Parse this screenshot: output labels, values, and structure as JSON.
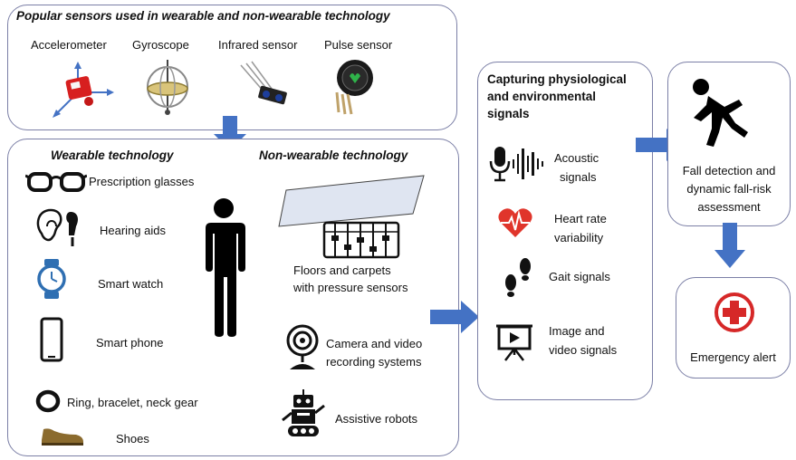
{
  "sensors": {
    "title": "Popular sensors used in wearable and non-wearable technology",
    "items": [
      "Accelerometer",
      "Gyroscope",
      "Infrared sensor",
      "Pulse sensor"
    ]
  },
  "tech": {
    "wearable_title": "Wearable technology",
    "nonwearable_title": "Non-wearable  technology",
    "wearable": [
      "Prescription glasses",
      "Hearing aids",
      "Smart watch",
      "Smart phone",
      "Ring, bracelet, neck gear",
      "Shoes"
    ],
    "nonwearable": {
      "floors": [
        "Floors and carpets",
        "with pressure sensors"
      ],
      "camera": [
        "Camera and video",
        "recording systems"
      ],
      "robots": "Assistive robots"
    }
  },
  "signals": {
    "title": [
      "Capturing physiological",
      "and environmental",
      "signals"
    ],
    "acoustic": [
      "Acoustic",
      "signals"
    ],
    "heart": [
      "Heart rate",
      "variability"
    ],
    "gait": "Gait signals",
    "image": [
      "Image and",
      "video signals"
    ]
  },
  "fall": {
    "label": [
      "Fall detection and",
      "dynamic fall-risk",
      "assessment"
    ]
  },
  "alert": {
    "label": "Emergency alert"
  },
  "colors": {
    "arrow": "#4472c4",
    "box_border": "#7b7fa6",
    "heart": "#e0352b",
    "cross": "#d62828",
    "shoe": "#8b6b2e"
  }
}
